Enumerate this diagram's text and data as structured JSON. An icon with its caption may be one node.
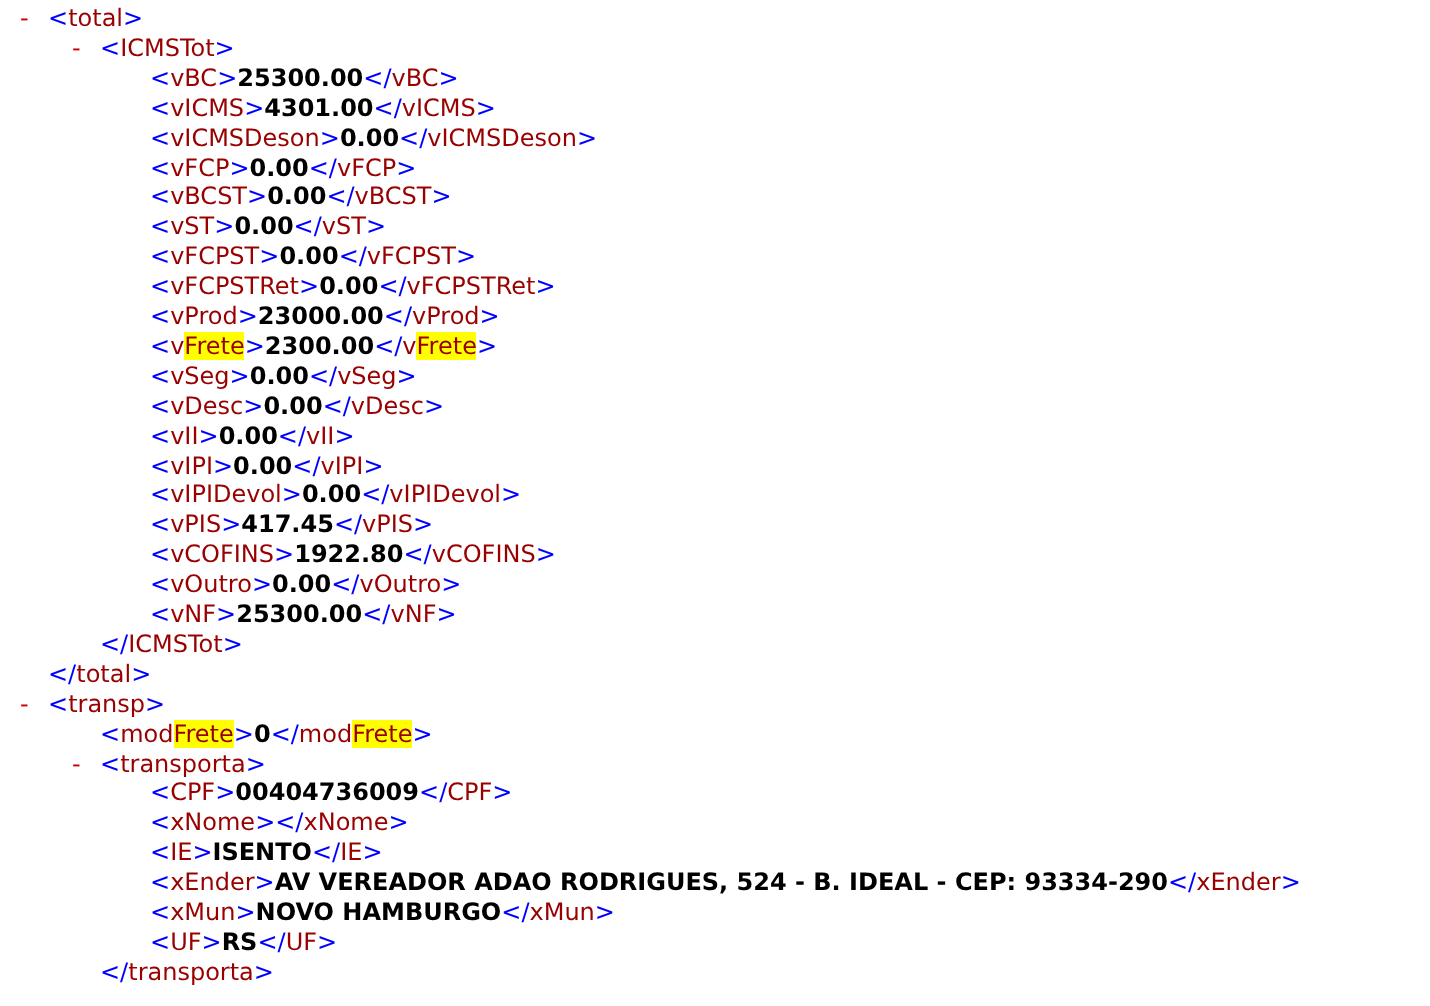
{
  "diagram": {
    "labels": [
      "-",
      "<total>",
      "-",
      "<ICMSTot>",
      "<vBC>25300.00</vBC>",
      "<vICMS>4301.00</vICMS>",
      "<vICMSDeson>0.00</vICMSDeson>",
      "<vFCP>0.00</vFCP>",
      "<vBCST>0.00</vBCST>",
      "<vST>0.00</vST>",
      "<vFCPST>0.00</vFCPST>",
      "<vFCPSTRet>0.00</vFCPSTRet>",
      "<vProd>23000.00</vProd>",
      "<vFrete>2300.00</vFrete>",
      "<vSeg>0.00</vSeg>",
      "<vDesc>0.00</vDesc>",
      "<vII>0.00</vII>",
      "<vIPI>0.00</vIPI>",
      "<vIPIDevol>0.00</vIPIDevol>",
      "<vPIS>417.45</vPIS>",
      "<vCOFINS>1922.80</vCOFINS>",
      "<vOutro>0.00</vOutro>",
      "<vNF>25300.00</vNF>",
      "</ICMSTot>",
      "</total>",
      "-",
      "<transp>",
      "<modFrete>0</modFrete>",
      "-",
      "<transporta>",
      "<CPF>00404736009</CPF>",
      "<xNome></xNome>",
      "<IE>ISENTO</IE>",
      "<xEnder>AV VEREADOR ADAO RODRIGUES, 524 - B. IDEAL - CEP: 93334-290</xEnder>",
      "<xMun>NOVO HAMBURGO</xMun>",
      "<UF>RS</UF>",
      "</transporta>"
    ]
  }
}
